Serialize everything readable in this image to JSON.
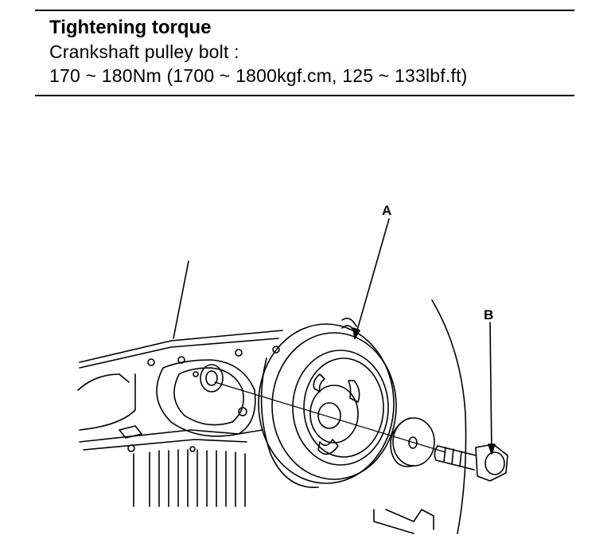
{
  "spec": {
    "heading": "Tightening torque",
    "item": "Crankshaft pulley bolt :",
    "value": "170 ~ 180Nm (1700 ~ 1800kgf.cm, 125 ~ 133lbf.ft)"
  },
  "callouts": {
    "pulley": "A",
    "bolt": "B"
  }
}
